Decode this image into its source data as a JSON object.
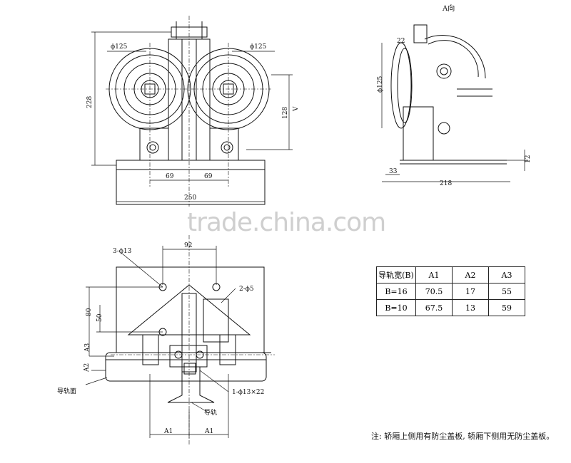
{
  "title": "A向",
  "watermark": "trade.china.com",
  "front_view": {
    "dims": {
      "d1": "ϕ125",
      "d2": "ϕ125",
      "h_total": "228",
      "h_mid": "128",
      "arrow": "V",
      "w1": "69",
      "w2": "69",
      "w_total": "250"
    }
  },
  "side_view": {
    "dims": {
      "top": "22",
      "dia": "ϕ125",
      "base_left": "33",
      "base_w": "218",
      "base_h": "12"
    }
  },
  "plan_view": {
    "dims": {
      "hole3": "3-ϕ13",
      "hole2": "2-ϕ5",
      "w92": "92",
      "h80": "80",
      "h50": "50",
      "a3": "A3",
      "a2": "A2",
      "a1_left": "A1",
      "a1_right": "A1",
      "slot": "1-ϕ13×22",
      "rail_face": "导轨面",
      "rail": "导轨"
    }
  },
  "spec_table": {
    "header": [
      "导轨宽(B)",
      "A1",
      "A2",
      "A3"
    ],
    "rows": [
      [
        "B=16",
        "70.5",
        "17",
        "55"
      ],
      [
        "B=10",
        "67.5",
        "13",
        "59"
      ]
    ]
  },
  "note": "注: 轿厢上侧用有防尘盖板, 轿厢下侧用无防尘盖板。"
}
